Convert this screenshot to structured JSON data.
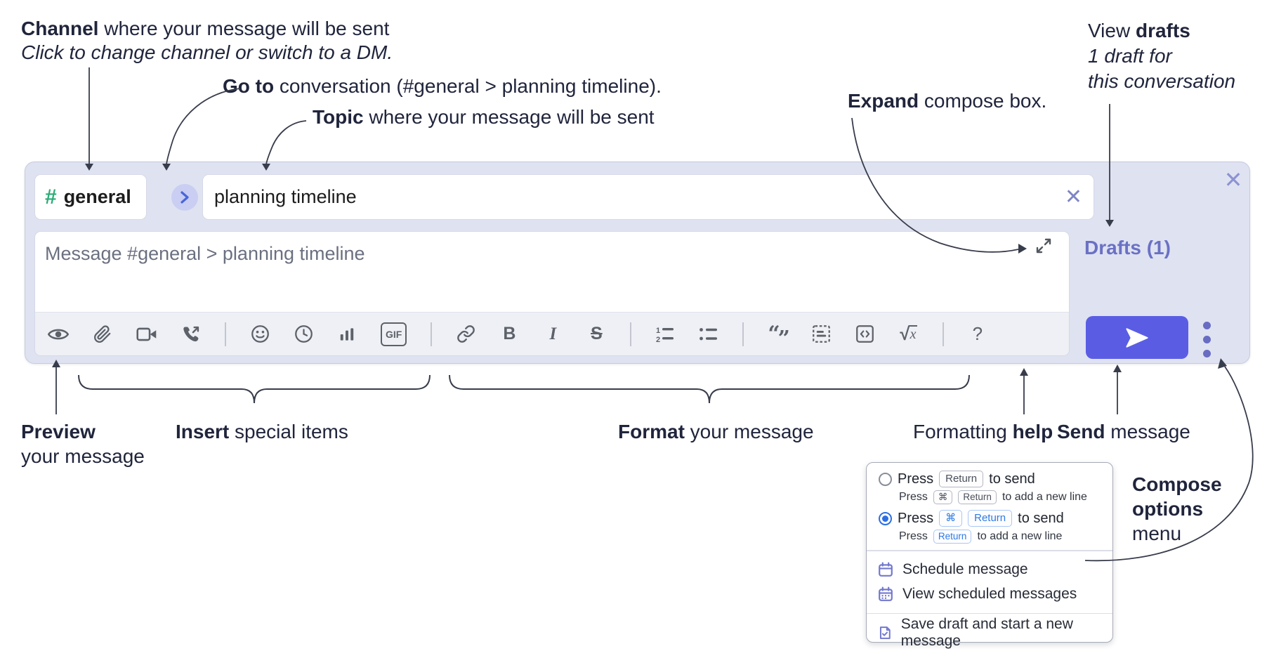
{
  "annotations": {
    "channel": {
      "bold": "Channel",
      "rest": " where your message will be sent",
      "line2": "Click to change channel or switch to a DM."
    },
    "go_to": {
      "bold": "Go to",
      "rest": " conversation (#general > planning timeline)."
    },
    "topic": {
      "bold": "Topic",
      "rest": " where your message will be sent"
    },
    "expand": {
      "bold": "Expand",
      "rest": " compose box."
    },
    "view_drafts": {
      "pre": "View ",
      "bold": "drafts",
      "line2": "1 draft for",
      "line3": "this conversation"
    },
    "preview": {
      "bold": "Preview",
      "line2": "your message"
    },
    "insert": {
      "bold": "Insert",
      "rest": " special items"
    },
    "format": {
      "bold": "Format",
      "rest": " your message"
    },
    "formatting_help": {
      "pre": "Formatting ",
      "bold": "help"
    },
    "send": {
      "bold": "Send",
      "rest": " message"
    },
    "compose_options": {
      "line1": "Compose",
      "line2": "options",
      "line3": "menu"
    }
  },
  "composer": {
    "channel": {
      "hash": "#",
      "name": "general"
    },
    "topic_value": "planning timeline",
    "message_placeholder": "Message #general > planning timeline",
    "drafts_link": "Drafts (1)",
    "toolbar": {
      "gif": "GIF",
      "bold": "B",
      "italic": "I",
      "strike": "S",
      "ol_1": "1",
      "ol_2": "2",
      "quote_open": "“",
      "quote_close": "”",
      "code": "<>",
      "sqrt_sign": "√",
      "sqrt_x": "x",
      "help": "?"
    }
  },
  "popup": {
    "option1": {
      "text_pre": "Press",
      "key": "Return",
      "text_post": "to send",
      "sub_pre": "Press",
      "sub_key1": "⌘",
      "sub_key2": "Return",
      "sub_post": "to add a new line"
    },
    "option2": {
      "text_pre": "Press",
      "key1": "⌘",
      "key2": "Return",
      "text_post": "to send",
      "sub_pre": "Press",
      "sub_key": "Return",
      "sub_post": "to add a new line"
    },
    "menu_items": [
      {
        "label": "Schedule message"
      },
      {
        "label": "View scheduled messages"
      },
      {
        "label": "Save draft and start a new message"
      }
    ]
  },
  "colors": {
    "composer_bg": "#dfe2f1",
    "accent_send": "#5a5de4",
    "drafts_link": "#6a71c4",
    "channel_hash_green": "#2bac76",
    "radio_selected_blue": "#2c6fe3",
    "key_chip_blue": "#2d7ae5",
    "menu_icon_purple": "#7378cf",
    "close_x": "#8c93d2",
    "topic_x": "#7f86c4",
    "kebab_dot": "#686cc3"
  }
}
